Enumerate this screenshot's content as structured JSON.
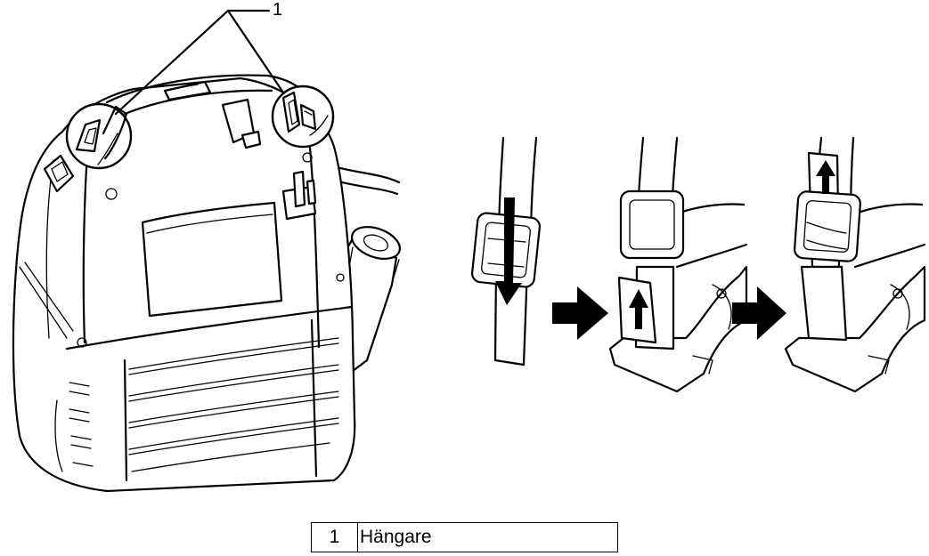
{
  "callout": {
    "number": "1"
  },
  "legend": {
    "number": "1",
    "label": "Hängare"
  }
}
